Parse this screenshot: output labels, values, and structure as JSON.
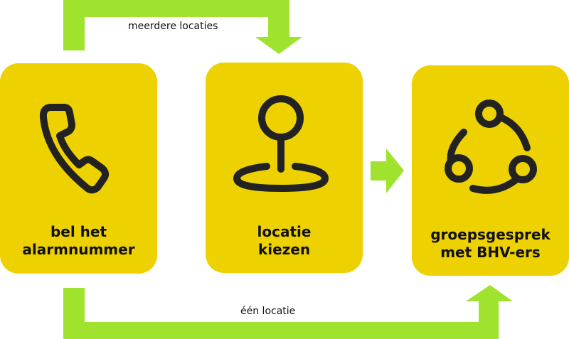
{
  "diagram": {
    "colors": {
      "card": "#EDD100",
      "arrow": "#9FE32F",
      "icon": "#222222",
      "text": "#111111"
    },
    "steps": [
      {
        "id": "call",
        "icon": "phone-icon",
        "line1": "bel het",
        "line2": "alarmnummer"
      },
      {
        "id": "location",
        "icon": "map-pin-icon",
        "line1": "locatie",
        "line2": "kiezen"
      },
      {
        "id": "group",
        "icon": "share-network-icon",
        "line1": "groepsgesprek",
        "line2": "met BHV-ers"
      }
    ],
    "edges": [
      {
        "from": "call",
        "to": "location",
        "label": "meerdere locaties"
      },
      {
        "from": "location",
        "to": "group",
        "label": ""
      },
      {
        "from": "call",
        "to": "group",
        "label": "één locatie"
      }
    ]
  }
}
